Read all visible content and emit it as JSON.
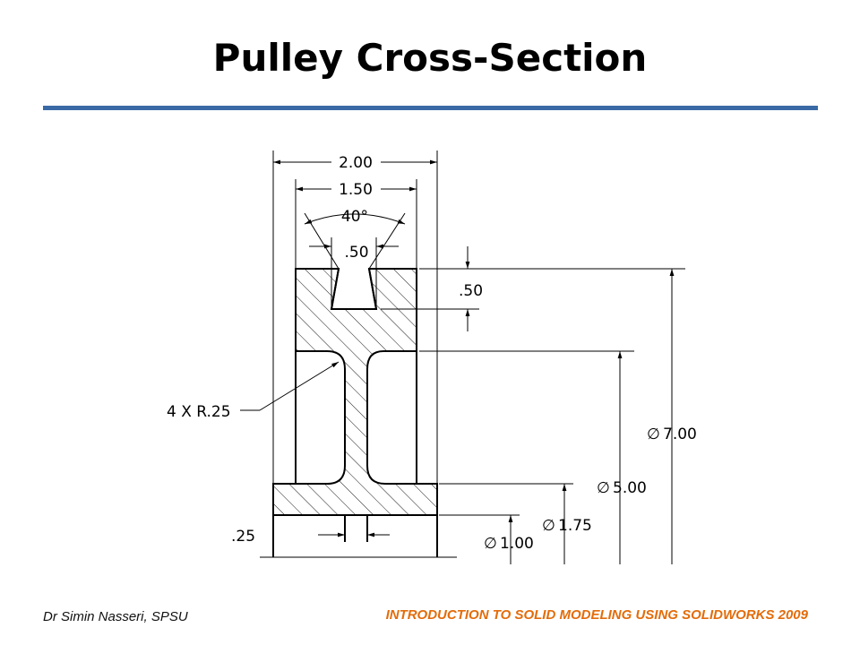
{
  "slide": {
    "title": "Pulley Cross-Section",
    "footer_left": "Dr Simin Nasseri, SPSU",
    "footer_right": "INTRODUCTION TO SOLID MODELING USING SOLIDWORKS 2009",
    "accent_color": "#3a6aa6",
    "footer_right_color": "#e36c0a"
  },
  "diagram": {
    "dimensions": {
      "overall_width": "2.00",
      "groove_top_width": "1.50",
      "groove_angle": "40°",
      "groove_bottom_width": ".50",
      "groove_depth": ".50",
      "fillet_note": "4 X R.25",
      "hub_thickness": ".25",
      "dia_outer": "7.00",
      "dia_groove": "5.00",
      "dia_hub": "1.75",
      "dia_bore": "1.00",
      "diameter_symbol": "∅"
    }
  }
}
